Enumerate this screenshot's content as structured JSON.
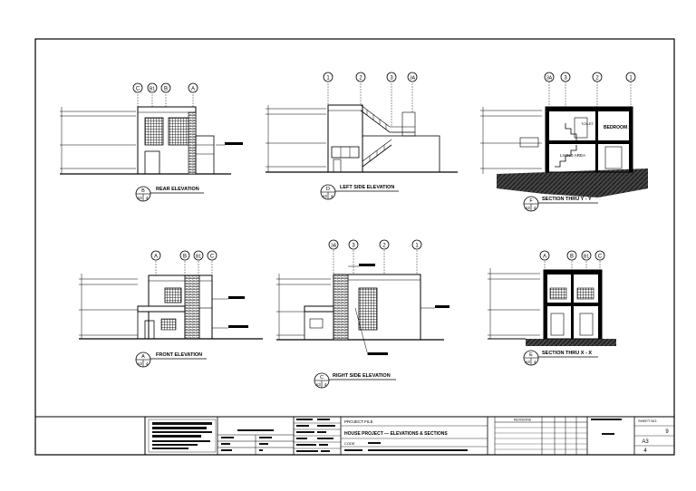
{
  "views": [
    {
      "id": "rear",
      "title": "REAR ELEVATION",
      "num": "B",
      "ref": "A3",
      "sheet": "4",
      "grids": [
        "C",
        "B1",
        "B",
        "A"
      ]
    },
    {
      "id": "left",
      "title": "LEFT SIDE ELEVATION",
      "num": "D",
      "ref": "A3",
      "sheet": "4",
      "grids": [
        "1",
        "2",
        "3",
        "3A"
      ]
    },
    {
      "id": "secy",
      "title": "SECTION THRU Y - Y",
      "num": "F",
      "ref": "A3",
      "sheet": "4",
      "grids": [
        "3A",
        "3",
        "2",
        "1"
      ]
    },
    {
      "id": "front",
      "title": "FRONT ELEVATION",
      "num": "A",
      "ref": "A3",
      "sheet": "4",
      "grids": [
        "A",
        "B",
        "B1",
        "C"
      ]
    },
    {
      "id": "right",
      "title": "RIGHT SIDE ELEVATION",
      "num": "C",
      "ref": "A3",
      "sheet": "4",
      "grids": [
        "3A",
        "3",
        "2",
        "1"
      ]
    },
    {
      "id": "secx",
      "title": "SECTION THRU X - X",
      "num": "E",
      "ref": "A3",
      "sheet": "4",
      "grids": [
        "A",
        "B",
        "B1",
        "C"
      ]
    }
  ],
  "room_labels": {
    "bedroom2": "BEDROOM 2",
    "living_area": "LIVING AREA",
    "toilet": "TOILET"
  },
  "title_block": {
    "project_file": "PROJECT FILE",
    "project_title": "HOUSE PROJECT — ELEVATIONS & SECTIONS",
    "code_label": "CODE",
    "sheet_no_label": "SHEET NO.",
    "sheet_no": "9",
    "sheet_code": "A3",
    "sheet_num": "4",
    "revisions_label": "REVISIONS"
  },
  "colors": {
    "line": "#000000",
    "hatch": "#333333",
    "paper": "#ffffff"
  }
}
